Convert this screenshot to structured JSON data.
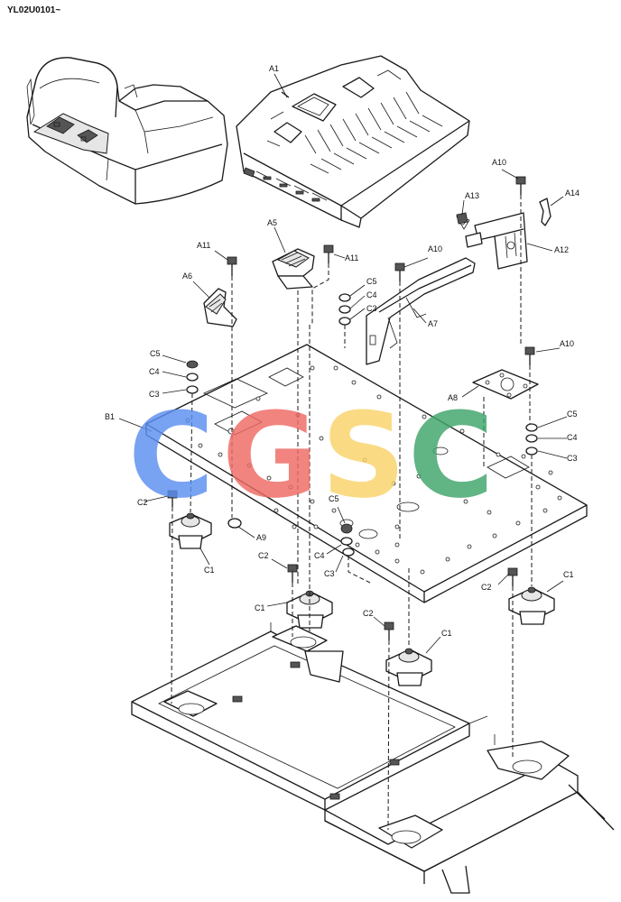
{
  "drawing": {
    "code": "YL02U0101~"
  },
  "watermark": {
    "letters": [
      {
        "char": "C",
        "color": "#5b8ef0"
      },
      {
        "char": "G",
        "color": "#ef6a63"
      },
      {
        "char": "S",
        "color": "#f9d46a"
      },
      {
        "char": "C",
        "color": "#3fa46a"
      }
    ]
  },
  "callouts": {
    "A1": "A1",
    "A5": "A5",
    "A6": "A6",
    "A7": "A7",
    "A8": "A8",
    "A9": "A9",
    "A10_top": "A10",
    "A10_mid": "A10",
    "A10_right": "A10",
    "A11_left": "A11",
    "A11_right": "A11",
    "A12": "A12",
    "A13": "A13",
    "A14": "A14",
    "B1": "B1",
    "C1_left": "C1",
    "C1_center": "C1",
    "C1_lower": "C1",
    "C1_right": "C1",
    "C2_left": "C2",
    "C2_center": "C2",
    "C2_lower": "C2",
    "C2_right": "C2",
    "C3_left": "C3",
    "C3_top": "C3",
    "C3_center": "C3",
    "C3_right": "C3",
    "C4_left": "C4",
    "C4_top": "C4",
    "C4_center": "C4",
    "C4_right": "C4",
    "C5_left": "C5",
    "C5_top": "C5",
    "C5_center": "C5",
    "C5_right": "C5"
  }
}
